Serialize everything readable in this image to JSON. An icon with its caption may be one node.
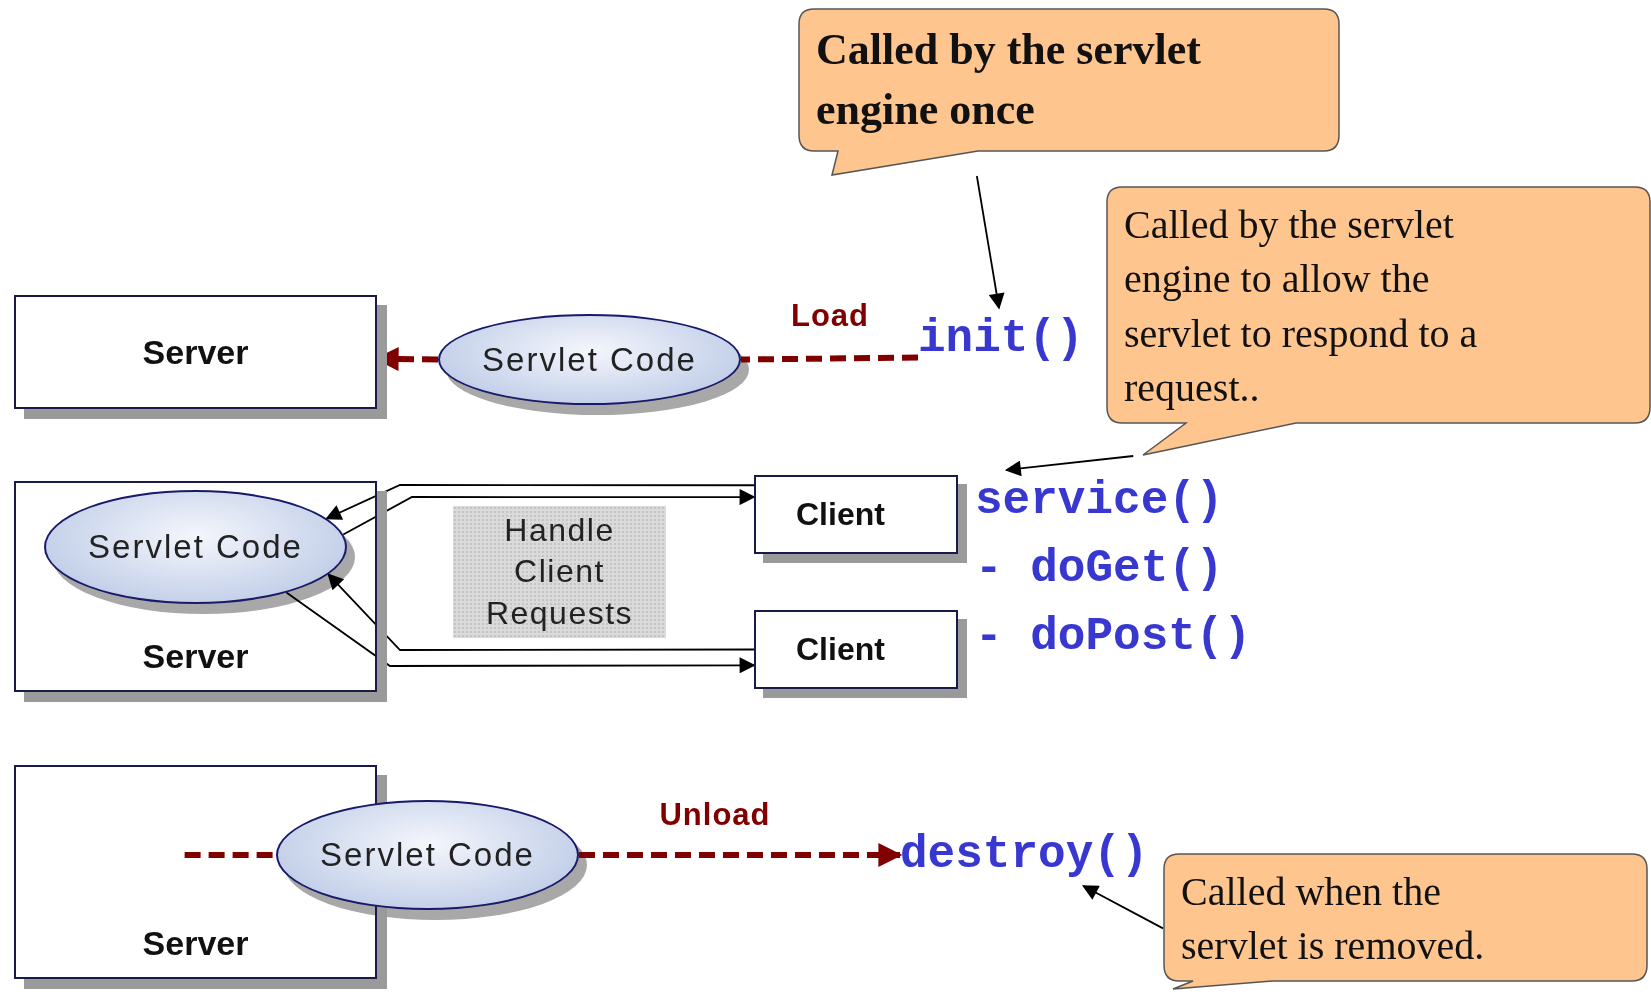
{
  "diagram": {
    "nodes": [
      {
        "text": [
          "Server"
        ]
      },
      {
        "text": [
          "Servlet Code"
        ]
      },
      {
        "text": [
          "init()"
        ]
      },
      {
        "text": [
          "Called by the servlet engine once"
        ]
      },
      {
        "text": [
          "Called by the servlet engine to allow the servlet to respond to a request.."
        ]
      },
      {
        "text": [
          "Server"
        ]
      },
      {
        "text": [
          "Servlet Code"
        ],
        "in": 5
      },
      {
        "text": [
          "Handle Client Requests"
        ]
      },
      {
        "text": [
          "Client"
        ]
      },
      {
        "text": [
          "Client"
        ]
      },
      {
        "text": [
          "service()"
        ]
      },
      {
        "text": [
          "- doGet()"
        ]
      },
      {
        "text": [
          "- doPost()"
        ]
      },
      {
        "text": [
          "Server"
        ]
      },
      {
        "text": [
          "Servlet Code"
        ]
      },
      {
        "text": [
          "destroy()"
        ]
      },
      {
        "text": [
          "Called when the servlet is removed."
        ]
      }
    ],
    "edges": [
      {
        "from": 1,
        "to": 0,
        "arrow": "to",
        "style": "dashed",
        "color": "#800000"
      },
      {
        "from": 2,
        "to": 1,
        "arrow": "none",
        "style": "dashed",
        "color": "#800000",
        "label": "Load"
      },
      {
        "from": 3,
        "to": 2,
        "arrow": "to"
      },
      {
        "from": 4,
        "to": 10,
        "arrow": "to"
      },
      {
        "from": 8,
        "to": 6,
        "arrow": "to"
      },
      {
        "from": 6,
        "to": 8,
        "arrow": "to"
      },
      {
        "from": 9,
        "to": 6,
        "arrow": "to"
      },
      {
        "from": 6,
        "to": 9,
        "arrow": "to"
      },
      {
        "from": 13,
        "to": 14,
        "arrow": "none",
        "style": "dashed",
        "color": "#800000"
      },
      {
        "from": 14,
        "to": 15,
        "arrow": "to",
        "style": "dashed",
        "color": "#800000",
        "label": "Unload"
      },
      {
        "from": 16,
        "to": 15,
        "arrow": "to"
      }
    ]
  }
}
